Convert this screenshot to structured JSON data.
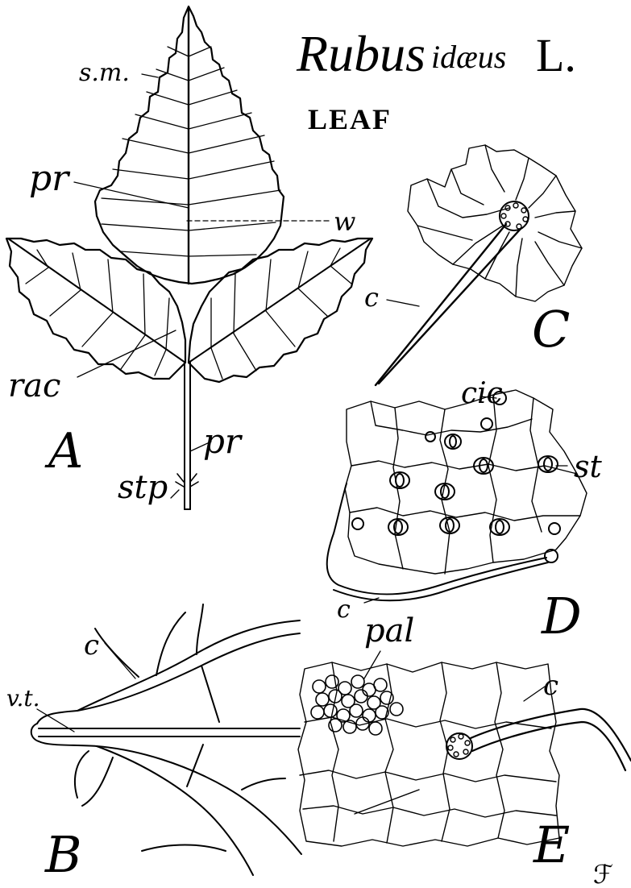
{
  "title": {
    "genus": "Rubus",
    "species": "idæus",
    "author": "L.",
    "subtitle": "LEAF"
  },
  "labels": {
    "sm": "s.m.",
    "pr_blade": "pr",
    "w": "w",
    "rac": "rac",
    "pr_petiole": "pr",
    "stp": "stp",
    "c_C": "c",
    "cic": "cic",
    "st": "st",
    "c_D": "c",
    "c_B": "c",
    "vt": "v.t.",
    "pal": "pal",
    "c_E": "c"
  },
  "figure_letters": {
    "A": "A",
    "B": "B",
    "C": "C",
    "D": "D",
    "E": "E"
  },
  "monogram": "ℱ"
}
